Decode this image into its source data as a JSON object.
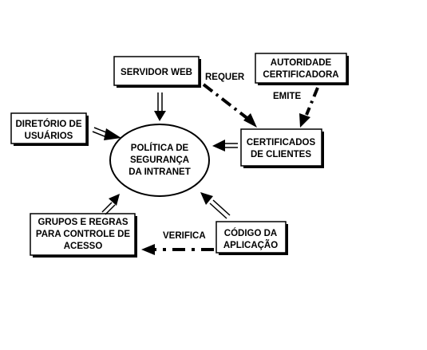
{
  "nodes": {
    "servidor_web": [
      "SERVIDOR WEB"
    ],
    "autoridade": [
      "AUTORIDADE",
      "CERTIFICADORA"
    ],
    "diretorio": [
      "DIRETÓRIO DE",
      "USUÁRIOS"
    ],
    "politica": [
      "POLÍTICA DE",
      "SEGURANÇA",
      "DA INTRANET"
    ],
    "certificados": [
      "CERTIFICADOS",
      "DE CLIENTES"
    ],
    "grupos": [
      "GRUPOS E REGRAS",
      "PARA CONTROLE DE",
      "ACESSO"
    ],
    "codigo": [
      "CÓDIGO DA",
      "APLICAÇÃO"
    ]
  },
  "edges": {
    "requer": "REQUER",
    "emite": "EMITE",
    "verifica": "VERIFICA"
  }
}
